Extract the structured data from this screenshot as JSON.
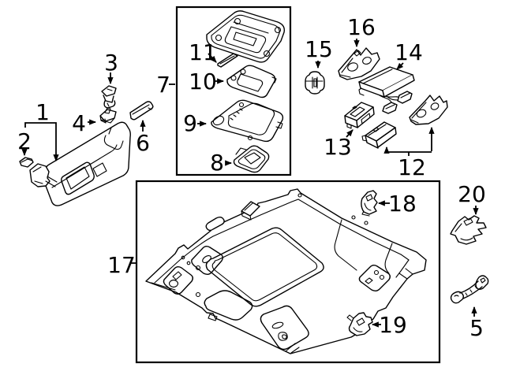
{
  "diagram": {
    "type": "parts-diagram",
    "subject": "roof headliner and sun visor components",
    "background_color": "#ffffff",
    "line_color": "#000000",
    "callouts": [
      "1",
      "2",
      "3",
      "4",
      "5",
      "6",
      "7",
      "8",
      "9",
      "10",
      "11",
      "12",
      "13",
      "14",
      "15",
      "16",
      "17",
      "18",
      "19",
      "20"
    ]
  }
}
